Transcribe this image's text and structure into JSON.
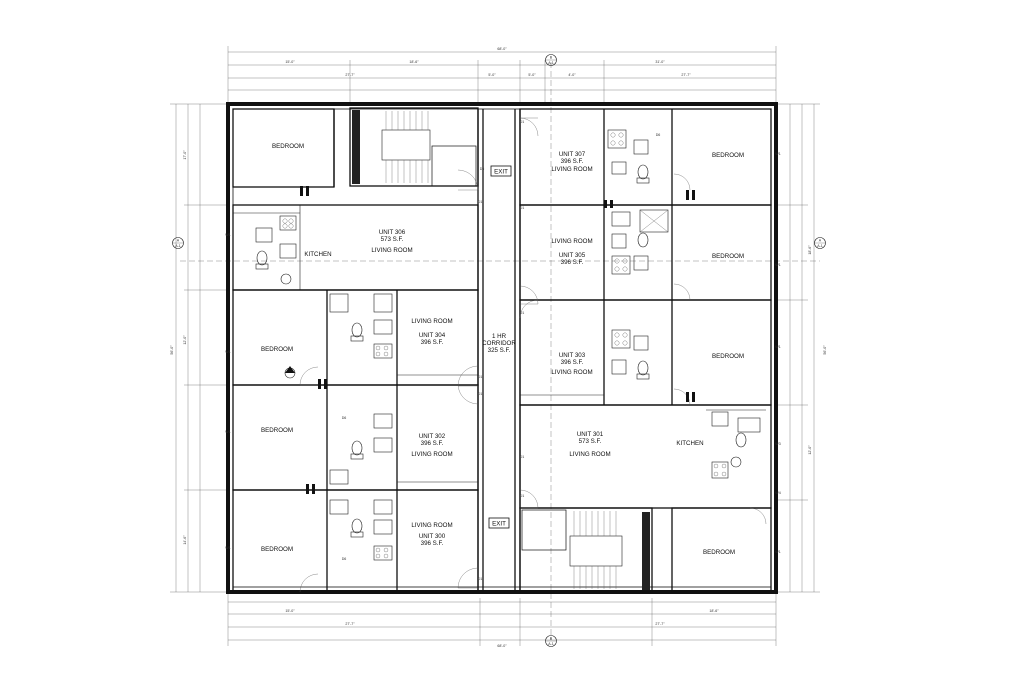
{
  "rooms": {
    "unit306": {
      "unit": "UNIT 306",
      "area": "573 S.F.",
      "living": "LIVING ROOM",
      "kitchen": "KITCHEN",
      "bedroom": "BEDROOM"
    },
    "unit307": {
      "unit": "UNIT 307",
      "area": "396 S.F.",
      "living": "LIVING ROOM",
      "bedroom": "BEDROOM"
    },
    "unit305": {
      "unit": "UNIT 305",
      "area": "396 S.F.",
      "living": "LIVING ROOM",
      "bedroom": "BEDROOM"
    },
    "unit304": {
      "unit": "UNIT 304",
      "area": "396 S.F.",
      "living": "LIVING ROOM",
      "bedroom": "BEDROOM"
    },
    "unit303": {
      "unit": "UNIT 303",
      "area": "396 S.F.",
      "living": "LIVING ROOM",
      "bedroom": "BEDROOM"
    },
    "unit302": {
      "unit": "UNIT 302",
      "area": "396 S.F.",
      "living": "LIVING ROOM",
      "bedroom": "BEDROOM"
    },
    "unit301": {
      "unit": "UNIT 301",
      "area": "573 S.F.",
      "living": "LIVING ROOM",
      "kitchen": "KITCHEN",
      "bedroom": "BEDROOM"
    },
    "unit300": {
      "unit": "UNIT 300",
      "area": "396 S.F.",
      "living": "LIVING ROOM",
      "bedroom": "BEDROOM"
    }
  },
  "corridor": {
    "line1": "1 HR",
    "line2": "CORRIDOR",
    "area": "325 S.F."
  },
  "exit_sign": "EXIT",
  "dimensions": {
    "overall": "68'-0\"",
    "top_1": "15'-0\"",
    "top_2": "18'-6\"",
    "top_3": "31'-0\"",
    "top_4": "27'-7\"",
    "top_5": "5'-0\"",
    "top_6": "5'-0\"",
    "top_7": "4'-0\"",
    "top_8": "27'-7\"",
    "side_total": "56'-0\"",
    "sub_a": "14'-6\"",
    "sub_b": "17'-0\"",
    "sub_c": "12'-0\"",
    "sub_d": "18'-6\""
  },
  "door_tags": [
    "D1",
    "D3",
    "D5",
    "D6",
    "D7"
  ],
  "window_tags": [
    "W1",
    "W3",
    "W4"
  ],
  "section_marks": [
    "A",
    "B"
  ],
  "section_sheet": "A-1"
}
